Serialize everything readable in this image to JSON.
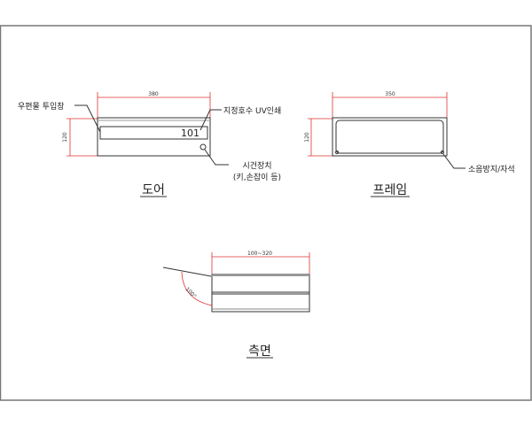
{
  "colors": {
    "dimension": "#d33333",
    "line": "#333333",
    "border": "#777777"
  },
  "door": {
    "title": "도어",
    "width_dim": "380",
    "height_dim": "120",
    "room_number": "101",
    "labels": {
      "mail_slot": "우편물 투입창",
      "uv_print": "지정호수 UV인쇄",
      "lock": "시건장치",
      "lock_detail": "(키,손잡이 등)"
    }
  },
  "frame": {
    "title": "프레임",
    "width_dim": "350",
    "height_dim": "120",
    "labels": {
      "magnet": "소음방지/자석"
    }
  },
  "side": {
    "title": "측면",
    "depth_dim": "100~320",
    "angle": "100°"
  }
}
